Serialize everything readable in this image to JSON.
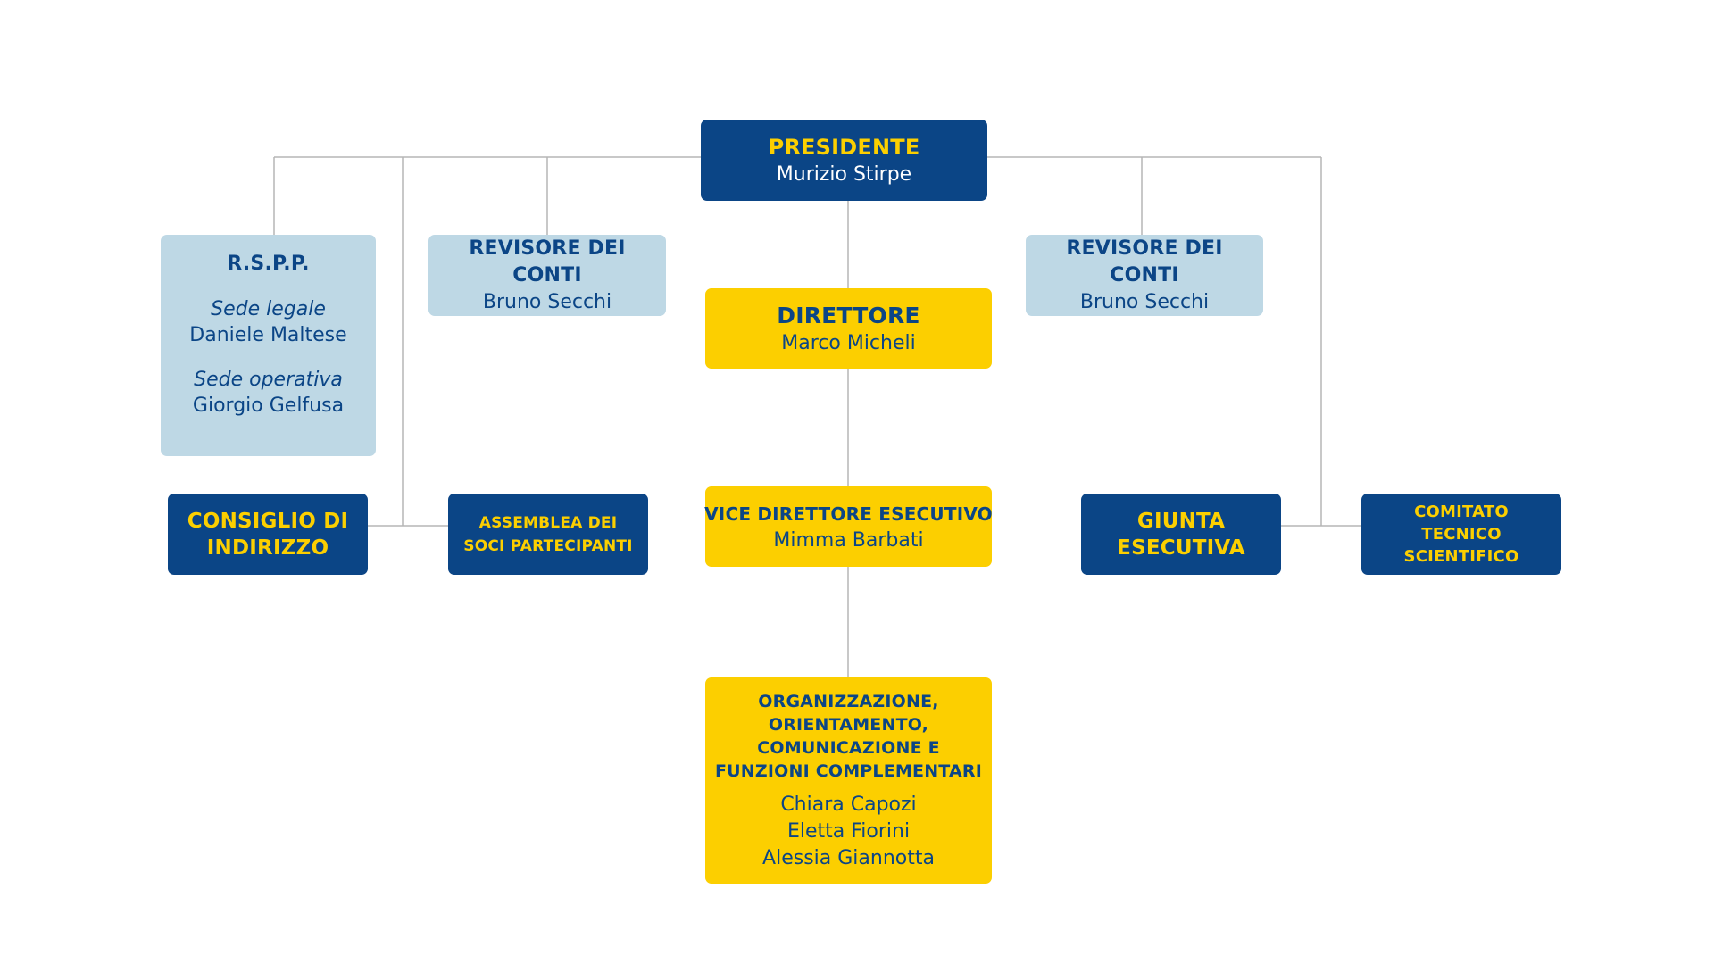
{
  "colors": {
    "navy": "#0b4586",
    "yellow": "#fccf00",
    "light_blue": "#bed8e5",
    "connector": "#b5b5b5"
  },
  "presidente": {
    "title": "PRESIDENTE",
    "name": "Murizio Stirpe"
  },
  "rspp": {
    "title": "R.S.P.P.",
    "sede_legale_label": "Sede legale",
    "sede_legale_name": "Daniele Maltese",
    "sede_operativa_label": "Sede operativa",
    "sede_operativa_name": "Giorgio Gelfusa"
  },
  "revisore_left": {
    "title": "REVISORE DEI CONTI",
    "name": "Bruno Secchi"
  },
  "revisore_right": {
    "title": "REVISORE DEI CONTI",
    "name": "Bruno Secchi"
  },
  "direttore": {
    "title": "DIRETTORE",
    "name": "Marco Micheli"
  },
  "vice_direttore": {
    "title": "VICE DIRETTORE ESECUTIVO",
    "name": "Mimma Barbati"
  },
  "consiglio": {
    "title_line1": "CONSIGLIO DI",
    "title_line2": "INDIRIZZO"
  },
  "assemblea": {
    "title_line1": "ASSEMBLEA DEI",
    "title_line2": "SOCI PARTECIPANTI"
  },
  "giunta": {
    "title_line1": "GIUNTA",
    "title_line2": "ESECUTIVA"
  },
  "comitato": {
    "title_line1": "COMITATO",
    "title_line2": "TECNICO",
    "title_line3": "SCIENTIFICO"
  },
  "organizzazione": {
    "title_line1": "ORGANIZZAZIONE,",
    "title_line2": "ORIENTAMENTO,",
    "title_line3": "COMUNICAZIONE E",
    "title_line4": "FUNZIONI COMPLEMENTARI",
    "names": [
      "Chiara Capozi",
      "Eletta Fiorini",
      "Alessia Giannotta"
    ]
  }
}
